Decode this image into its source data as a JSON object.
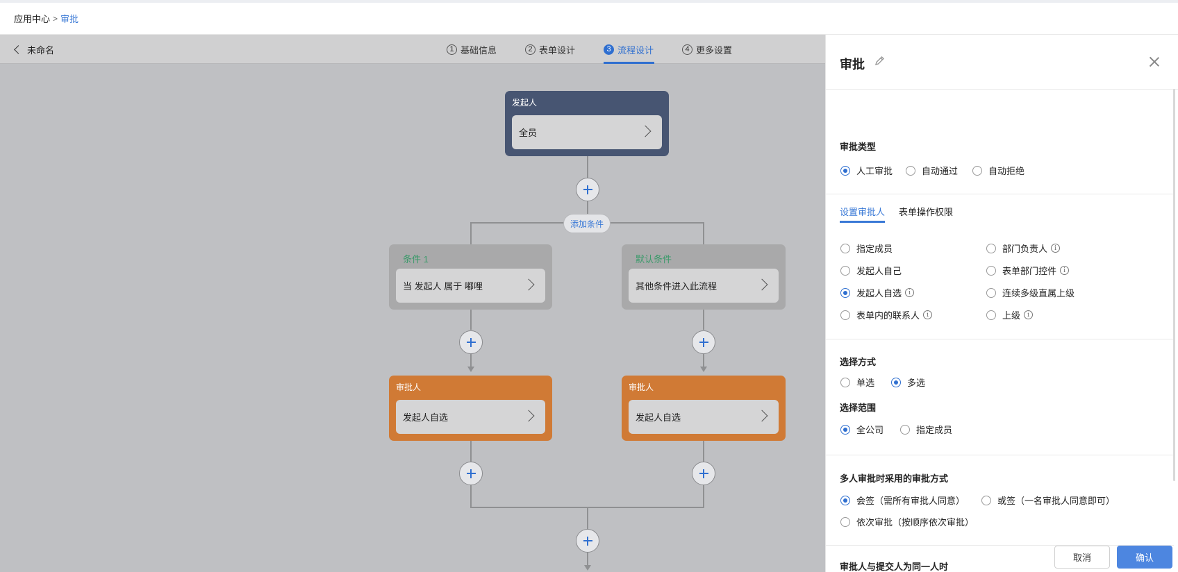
{
  "breadcrumb": {
    "root": "应用中心",
    "separator": ">",
    "current": "审批"
  },
  "toolbar": {
    "back_label": "未命名"
  },
  "steps": [
    {
      "num": "1",
      "label": "基础信息"
    },
    {
      "num": "2",
      "label": "表单设计"
    },
    {
      "num": "3",
      "label": "流程设计"
    },
    {
      "num": "4",
      "label": "更多设置"
    }
  ],
  "active_step": 3,
  "flow": {
    "start": {
      "title": "发起人",
      "body": "全员"
    },
    "add_condition": "添加条件",
    "branches": [
      {
        "cond_title": "条件 1",
        "cond_body": "当 发起人 属于 嘟哩",
        "approver_title": "审批人",
        "approver_body": "发起人自选"
      },
      {
        "cond_title": "默认条件",
        "cond_body": "其他条件进入此流程",
        "approver_title": "审批人",
        "approver_body": "发起人自选"
      }
    ]
  },
  "panel": {
    "title": "审批",
    "approval_type": {
      "title": "审批类型",
      "options": [
        "人工审批",
        "自动通过",
        "自动拒绝"
      ],
      "selected": "人工审批"
    },
    "tabs": [
      "设置审批人",
      "表单操作权限"
    ],
    "active_tab": "设置审批人",
    "approver_options": {
      "left": [
        "指定成员",
        "发起人自己",
        "发起人自选",
        "表单内的联系人"
      ],
      "right": [
        "部门负责人",
        "表单部门控件",
        "连续多级直属上级",
        "上级"
      ],
      "selected": "发起人自选"
    },
    "select_mode": {
      "title": "选择方式",
      "options": [
        "单选",
        "多选"
      ],
      "selected": "多选"
    },
    "select_range": {
      "title": "选择范围",
      "options": [
        "全公司",
        "指定成员"
      ],
      "selected": "全公司"
    },
    "multi_mode": {
      "title": "多人审批时采用的审批方式",
      "options": [
        "会签（需所有审批人同意）",
        "或签（一名审批人同意即可）",
        "依次审批（按顺序依次审批）"
      ],
      "selected": "会签（需所有审批人同意）"
    },
    "same_person_title": "审批人与提交人为同一人时",
    "cancel_label": "取消",
    "confirm_label": "确认"
  },
  "colors": {
    "accent": "#2f6fd0",
    "start_node": "#475572",
    "approver_node": "#d07a35",
    "condition_title": "#3a9a6a"
  },
  "icons": {
    "info": "i"
  }
}
